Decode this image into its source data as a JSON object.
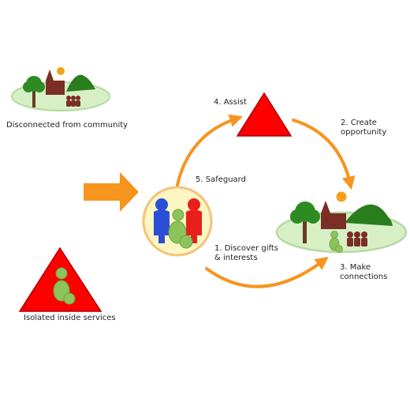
{
  "labels": {
    "disconnected": "Disconnected from community",
    "isolated": "Isolated inside services",
    "step1_line1": "1. Discover gifts",
    "step1_line2": "& interests",
    "step2_line1": "2. Create",
    "step2_line2": "opportunity",
    "step3_line1": "3. Make",
    "step3_line2": "connections",
    "step4": "4. Assist",
    "step5": "5. Safeguard"
  },
  "colors": {
    "arrow_orange": "#f7941d",
    "triangle_red": "#ff0000",
    "ground_green": "#d6efc4",
    "tree_green": "#2e8b22",
    "hill_green": "#2a7d1c",
    "church_brown": "#7a2e25",
    "sun_orange": "#f5a21b",
    "person_blue": "#2a4fd6",
    "person_red": "#e8201a",
    "person_green": "#8cc35a",
    "circle_fill": "#fdf6c2",
    "circle_ring": "#f5c27a"
  }
}
